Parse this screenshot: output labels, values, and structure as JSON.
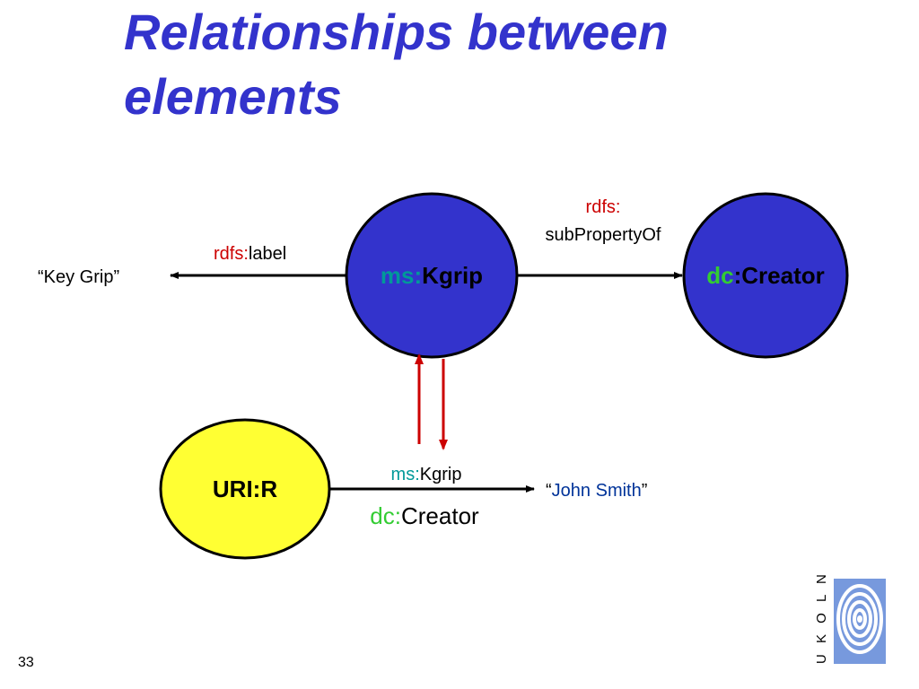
{
  "slide": {
    "title_line1": "Relationships between",
    "title_line2": "elements",
    "page_number": "33"
  },
  "diagram": {
    "nodes": {
      "kgrip": {
        "prefix": "ms:",
        "name": "Kgrip",
        "fill": "#3333cc"
      },
      "creator": {
        "prefix": "dc",
        "name": ":Creator",
        "fill": "#3333cc"
      },
      "uri": {
        "label": "URI:R",
        "fill": "#ffff33"
      }
    },
    "literals": {
      "key_grip": "“Key Grip”",
      "john_smith_open": "“",
      "john_smith_name": "John Smith",
      "john_smith_close": "”"
    },
    "edges": {
      "label": {
        "prefix": "rdfs:",
        "name": "label"
      },
      "subproperty": {
        "line1": "rdfs:",
        "line2": "subPropertyOf"
      },
      "kgrip_edge": {
        "prefix": "ms:",
        "name": "Kgrip"
      },
      "creator_edge": {
        "prefix": "dc:",
        "name": "Creator"
      }
    }
  },
  "logo": {
    "text": "U K O L N"
  },
  "colors": {
    "title": "#3333cc",
    "node_blue": "#3333cc",
    "node_yellow": "#ffff33",
    "rdfs_red": "#cc0000",
    "ms_teal": "#009999",
    "dc_green": "#33cc33",
    "literal_blue": "#003399",
    "red_arrow": "#cc0000"
  }
}
